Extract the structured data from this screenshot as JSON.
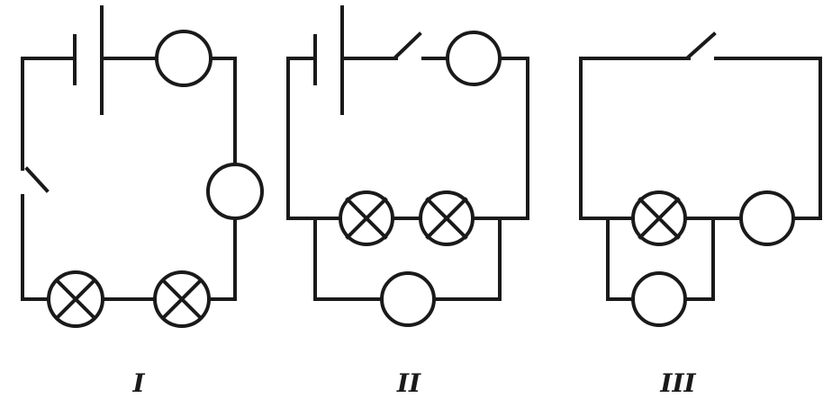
{
  "figure": {
    "ink_color": "#1a1a1a",
    "background": "#ffffff",
    "labels": {
      "circuit_1": "I",
      "circuit_2": "II",
      "circuit_3": "III"
    }
  }
}
